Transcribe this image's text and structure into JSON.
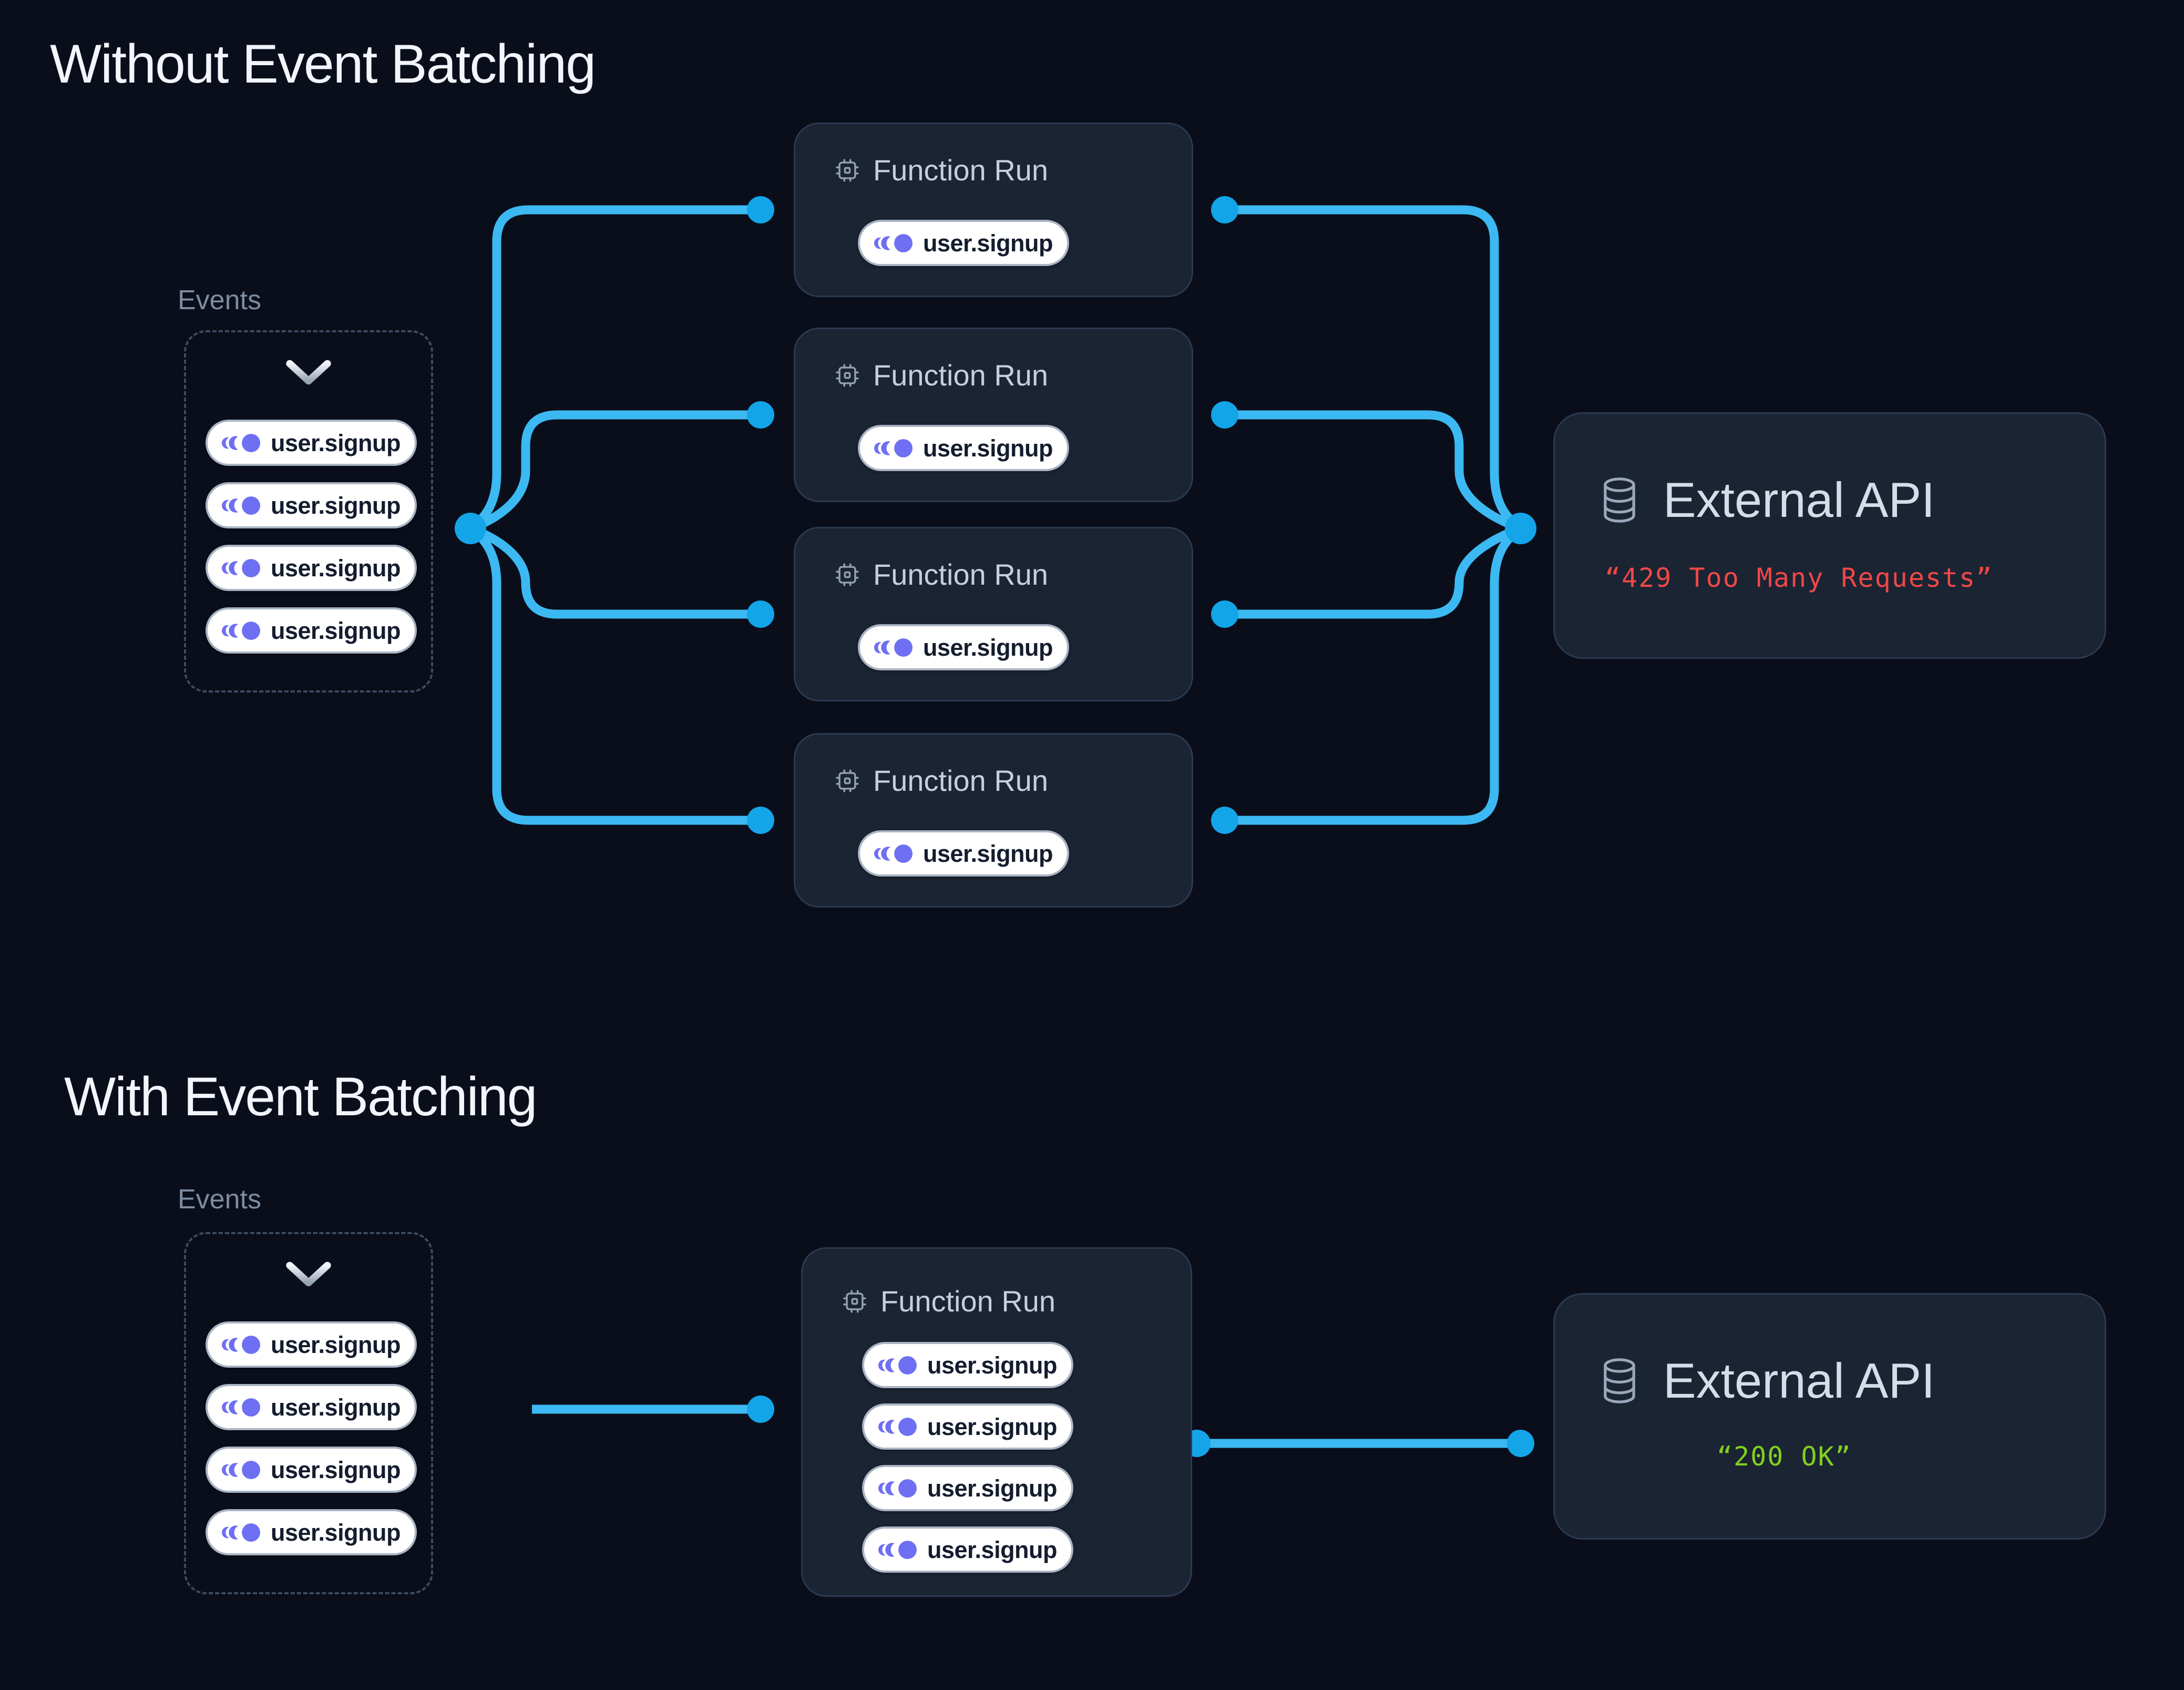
{
  "colors": {
    "background": "#0a0e1b",
    "card_bg": "#1b2433",
    "card_border": "#2c3950",
    "accent_line": "#3cb9f2",
    "accent_dot": "#14a4e8",
    "event_icon_purple": "#6e6ff3",
    "pill_bg": "#ffffff",
    "pill_border": "#a9b4c3",
    "pill_text": "#141c2e",
    "muted_label": "#7e8ba1",
    "dash_border": "#3d4b61",
    "card_title_text": "#c5cfdd",
    "api_title_text": "#d5dde9",
    "icon_slate": "#93a1b4",
    "db_icon_slate": "#9aa8bc",
    "error_text": "#ee4848",
    "success_text": "#82cf1f",
    "heading_text": "#f2f5fa"
  },
  "icons": {
    "event_pill": "event-stream-icon",
    "function_run": "cpu-icon",
    "external_api": "database-icon",
    "events_box": "chevron-down-icon"
  },
  "without": {
    "title": "Without Event Batching",
    "events_label": "Events",
    "event_pills": [
      "user.signup",
      "user.signup",
      "user.signup",
      "user.signup"
    ],
    "function_runs": [
      {
        "title": "Function Run",
        "pills": [
          "user.signup"
        ]
      },
      {
        "title": "Function Run",
        "pills": [
          "user.signup"
        ]
      },
      {
        "title": "Function Run",
        "pills": [
          "user.signup"
        ]
      },
      {
        "title": "Function Run",
        "pills": [
          "user.signup"
        ]
      }
    ],
    "external_api": {
      "title": "External API",
      "response": "“429 Too Many Requests”"
    }
  },
  "with": {
    "title": "With Event Batching",
    "events_label": "Events",
    "event_pills": [
      "user.signup",
      "user.signup",
      "user.signup",
      "user.signup"
    ],
    "function_runs": [
      {
        "title": "Function Run",
        "pills": [
          "user.signup",
          "user.signup",
          "user.signup",
          "user.signup"
        ]
      }
    ],
    "external_api": {
      "title": "External API",
      "response": "“200 OK”"
    }
  }
}
